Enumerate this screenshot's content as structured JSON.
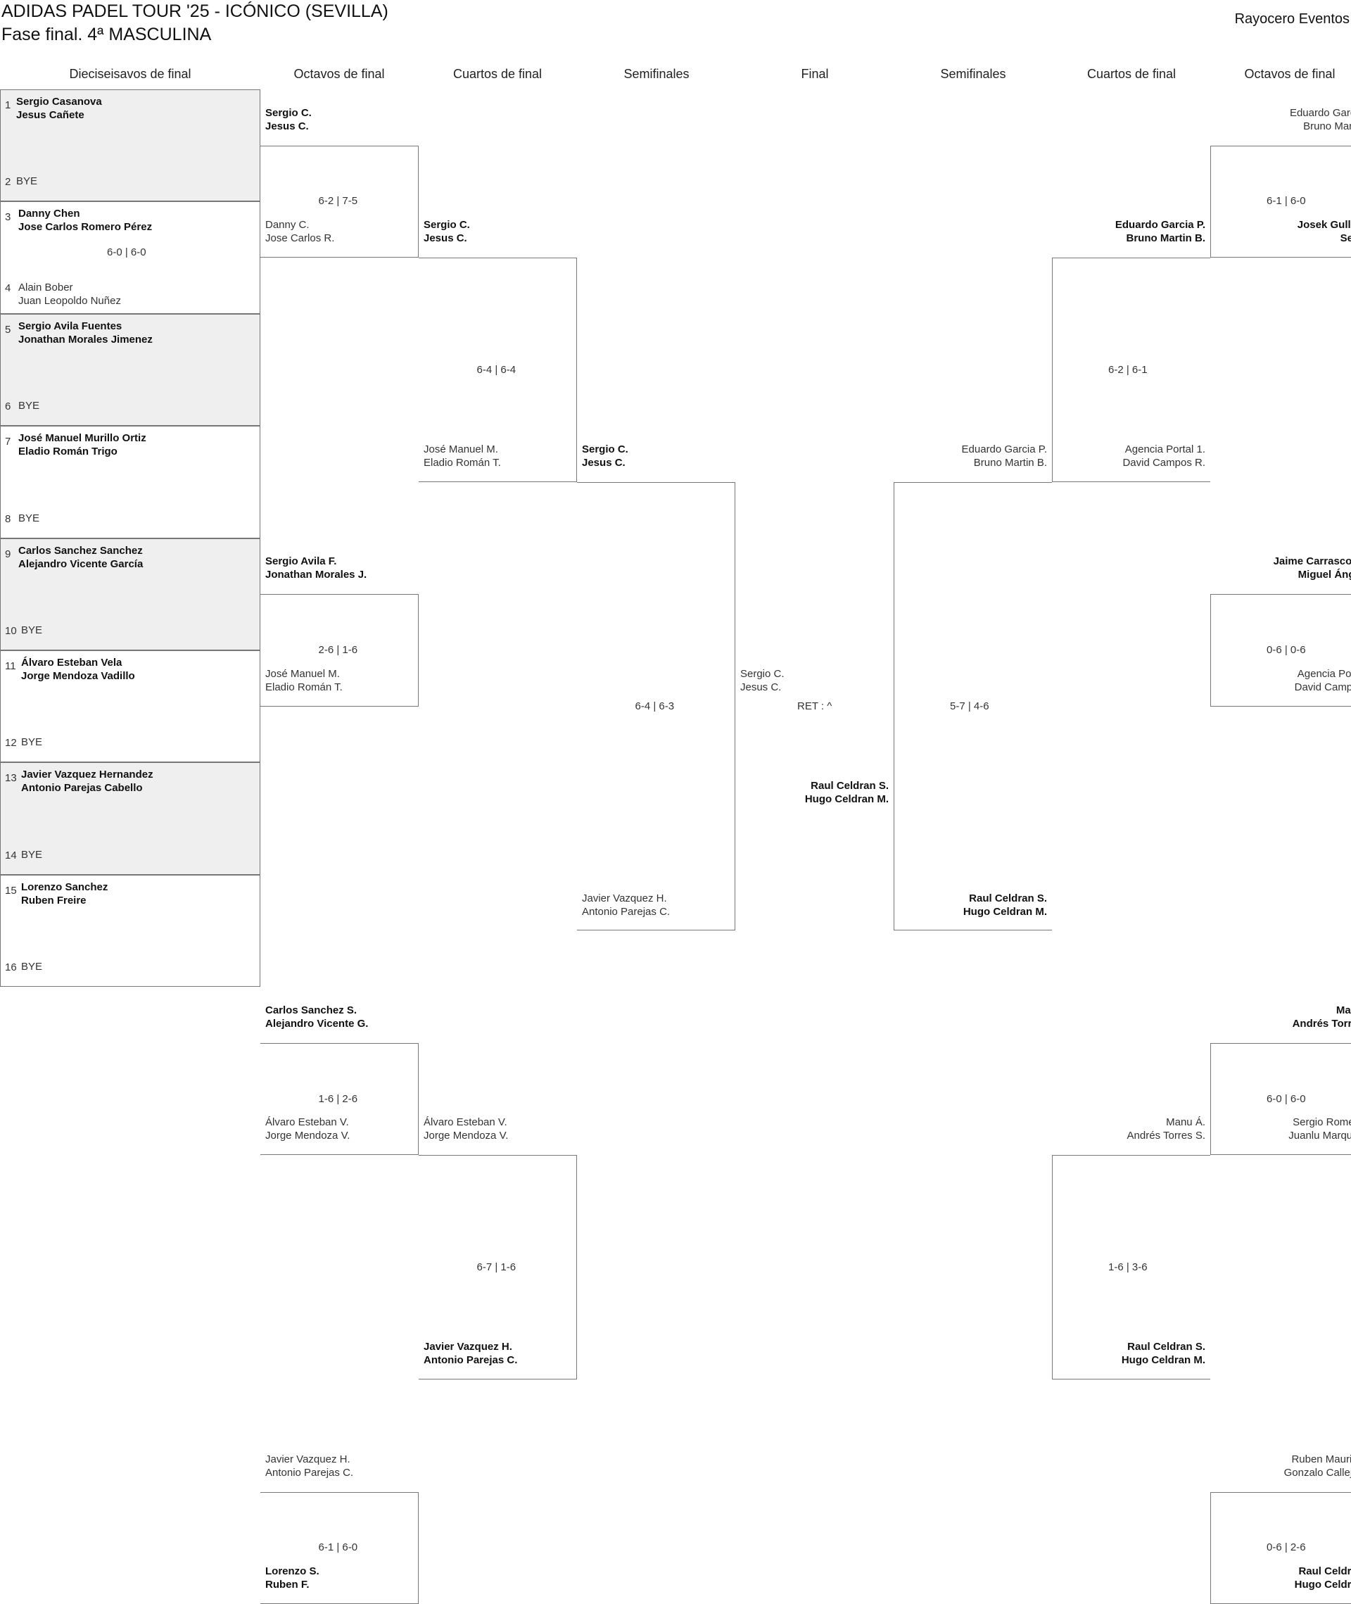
{
  "header": {
    "title": "ADIDAS PADEL TOUR '25 - ICÓNICO (SEVILLA)",
    "subtitle": "Fase final. 4ª MASCULINA",
    "organizer": "Rayocero Eventos"
  },
  "columns": [
    "Dieciseisavos de final",
    "Octavos de final",
    "Cuartos de final",
    "Semifinales",
    "Final",
    "Semifinales",
    "Cuartos de final",
    "Octavos de final"
  ],
  "r32": {
    "seeds": [
      "1",
      "2",
      "3",
      "4",
      "5",
      "6",
      "7",
      "8",
      "9",
      "10",
      "11",
      "12",
      "13",
      "14",
      "15",
      "16"
    ],
    "players": [
      [
        "Sergio Casanova",
        "Jesus Cañete"
      ],
      [
        "BYE"
      ],
      [
        "Danny Chen",
        "Jose Carlos Romero Pérez"
      ],
      [
        "Alain Bober",
        "Juan Leopoldo Nuñez"
      ],
      [
        "Sergio Avila Fuentes",
        "Jonathan Morales Jimenez"
      ],
      [
        "BYE"
      ],
      [
        "José Manuel Murillo Ortiz",
        "Eladio Román Trigo"
      ],
      [
        "BYE"
      ],
      [
        "Carlos Sanchez Sanchez",
        "Alejandro Vicente García"
      ],
      [
        "BYE"
      ],
      [
        "Álvaro Esteban Vela",
        "Jorge Mendoza Vadillo"
      ],
      [
        "BYE"
      ],
      [
        "Javier Vazquez Hernandez",
        "Antonio Parejas Cabello"
      ],
      [
        "BYE"
      ],
      [
        "Lorenzo Sanchez",
        "Ruben Freire"
      ],
      [
        "BYE"
      ]
    ],
    "score_match2": "6-0 | 6-0"
  },
  "left": {
    "r16": [
      {
        "top": [
          "Sergio C.",
          "Jesus C."
        ],
        "bottom": [
          "Danny C.",
          "Jose Carlos R."
        ],
        "score": "6-2 | 7-5"
      },
      {
        "top": [
          "Sergio Avila F.",
          "Jonathan Morales J."
        ],
        "bottom": [
          "José Manuel M.",
          "Eladio Román T."
        ],
        "score": "2-6 | 1-6"
      },
      {
        "top": [
          "Carlos Sanchez S.",
          "Alejandro Vicente G."
        ],
        "bottom": [
          "Álvaro Esteban V.",
          "Jorge Mendoza V."
        ],
        "score": "1-6 | 2-6"
      },
      {
        "top": [
          "Javier Vazquez H.",
          "Antonio Parejas C."
        ],
        "bottom": [
          "Lorenzo S.",
          "Ruben F."
        ],
        "score": "6-1 | 6-0"
      }
    ],
    "qf": [
      {
        "top": [
          "Sergio C.",
          "Jesus C."
        ],
        "bottom": [
          "José Manuel M.",
          "Eladio Román T."
        ],
        "score": "6-4 | 6-4"
      },
      {
        "top": [
          "Álvaro Esteban V.",
          "Jorge Mendoza V."
        ],
        "bottom": [
          "Javier Vazquez H.",
          "Antonio Parejas C."
        ],
        "score": "6-7 | 1-6"
      }
    ],
    "sf": {
      "top": [
        "Sergio C.",
        "Jesus C."
      ],
      "bottom": [
        "Javier Vazquez H.",
        "Antonio Parejas C."
      ],
      "score": "6-4 | 6-3"
    }
  },
  "final": {
    "top": [
      "Sergio C.",
      "Jesus C."
    ],
    "bottom": [
      "Raul Celdran S.",
      "Hugo Celdran M."
    ],
    "score": "RET : ^"
  },
  "right": {
    "sf": {
      "top": [
        "Eduardo Garcia P.",
        "Bruno Martin B."
      ],
      "bottom": [
        "Raul Celdran S.",
        "Hugo Celdran M."
      ],
      "score": "5-7 | 4-6"
    },
    "qf": [
      {
        "top": [
          "Eduardo Garcia P.",
          "Bruno Martin B."
        ],
        "bottom": [
          "Agencia Portal 1.",
          "David Campos R."
        ],
        "score": "6-2 | 6-1"
      },
      {
        "top": [
          "Manu Á.",
          "Andrés Torres S."
        ],
        "bottom": [
          "Raul Celdran S.",
          "Hugo Celdran M."
        ],
        "score": "1-6 | 3-6"
      }
    ],
    "r16": [
      {
        "top": [
          "Eduardo Garcia",
          "Bruno Martin"
        ],
        "bottom": [
          "Josek Gullon",
          "Serg"
        ],
        "score": "6-1 | 6-0"
      },
      {
        "top": [
          "Jaime Carrascosa",
          "Miguel Ángel"
        ],
        "bottom": [
          "Agencia Porta",
          "David Campos"
        ],
        "score": "0-6 | 0-6"
      },
      {
        "top": [
          "Manu",
          "Andrés Torres"
        ],
        "bottom": [
          "Sergio Romero",
          "Juanlu Marquez"
        ],
        "score": "6-0 | 6-0"
      },
      {
        "top": [
          "Ruben Mauriño",
          "Gonzalo Callejas"
        ],
        "bottom": [
          "Raul Celdran",
          "Hugo Celdran"
        ],
        "score": "0-6 | 2-6"
      }
    ]
  }
}
